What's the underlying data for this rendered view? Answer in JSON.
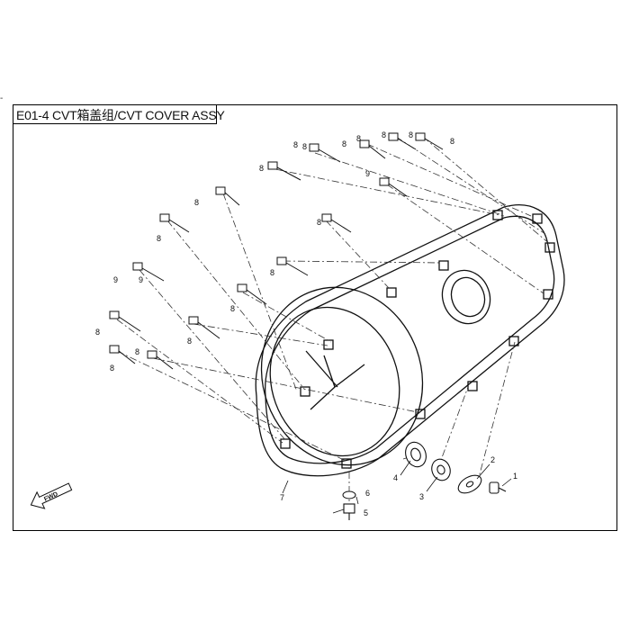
{
  "title": "E01-4 CVT箱盖组/CVT COVER ASSY",
  "stray_mark": "-",
  "fwd_label": "FWD",
  "bolt_labels": [
    "8",
    "8",
    "8",
    "8",
    "8",
    "8",
    "9",
    "8",
    "8",
    "8",
    "9",
    "8",
    "8",
    "8",
    "8",
    "8",
    "8",
    "8",
    "9",
    "8"
  ],
  "part_labels": {
    "p1": "1",
    "p2": "2",
    "p3": "3",
    "p4": "4",
    "p5": "5",
    "p6": "6",
    "p7": "7"
  }
}
